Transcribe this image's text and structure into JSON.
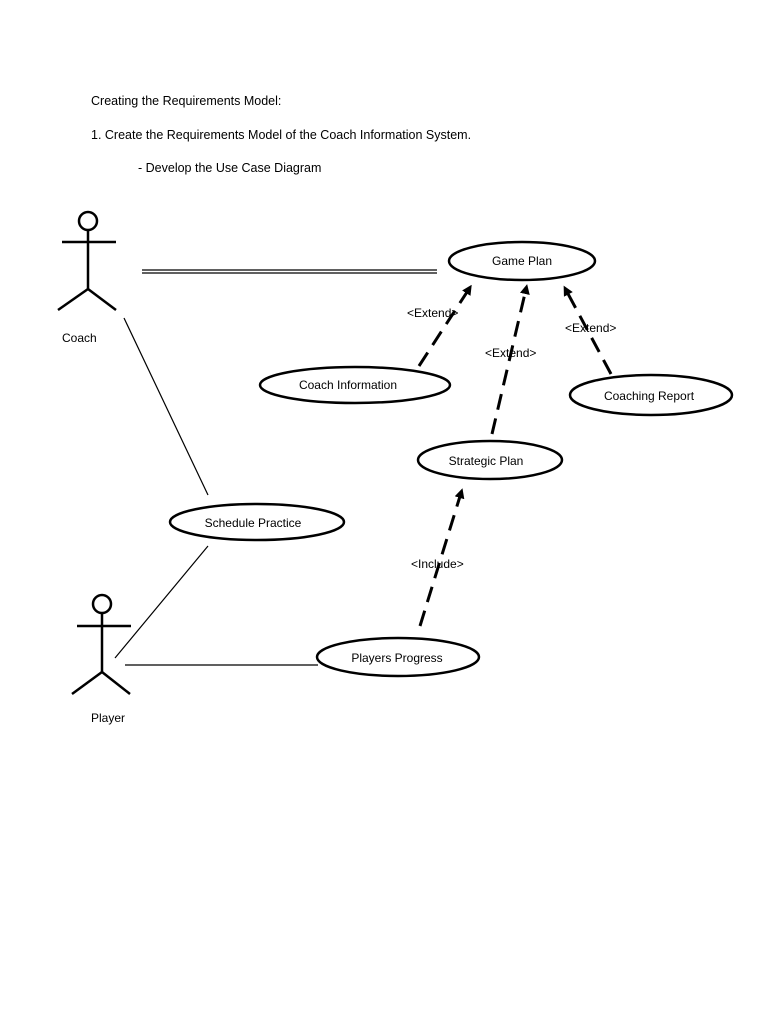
{
  "document": {
    "heading": "Creating the Requirements Model:",
    "step": "1. Create the Requirements Model of the Coach Information System.",
    "substep": "- Develop the Use Case Diagram"
  },
  "actors": {
    "coach": "Coach",
    "player": "Player"
  },
  "use_cases": {
    "game_plan": "Game Plan",
    "coach_information": "Coach Information",
    "coaching_report": "Coaching Report",
    "strategic_plan": "Strategic Plan",
    "schedule_practice": "Schedule Practice",
    "players_progress": "Players Progress"
  },
  "relations": {
    "extend_coach_info": "<Extend>",
    "extend_strategic": "<Extend>",
    "extend_coaching_report": "<Extend>",
    "include_players_progress": "<Include>"
  }
}
